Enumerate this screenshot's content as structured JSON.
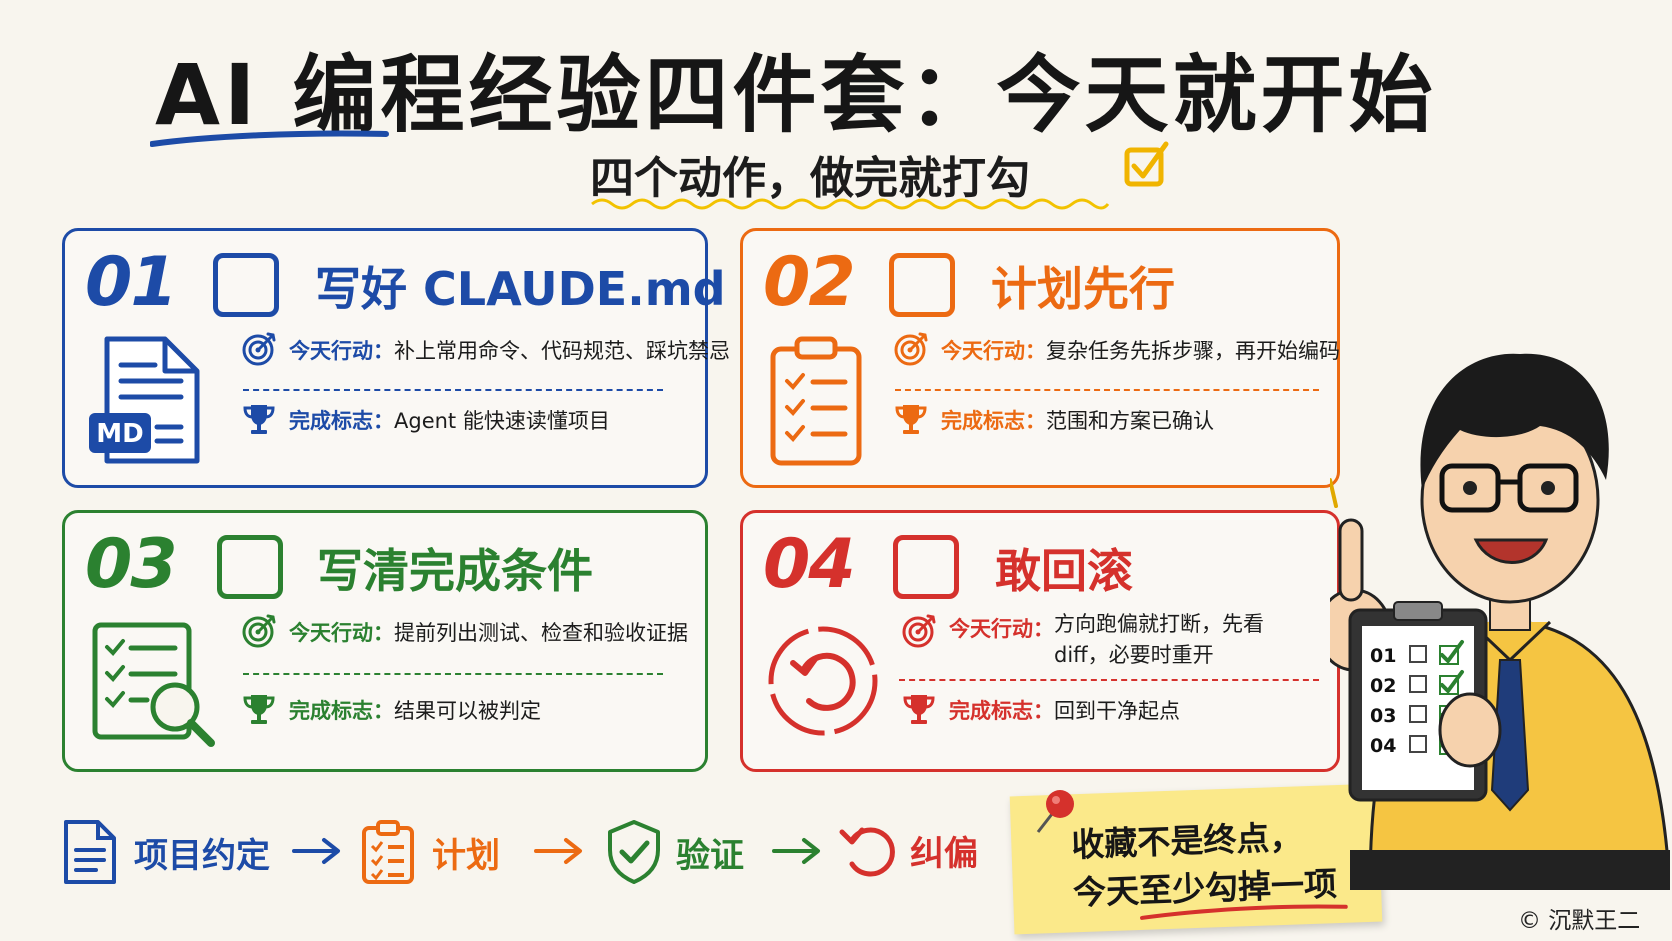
{
  "title": "AI 编程经验四件套：今天就开始",
  "subtitle": "四个动作，做完就打勾",
  "labels": {
    "action": "今天行动：",
    "done": "完成标志："
  },
  "cards": [
    {
      "num": "01",
      "title": "写好 CLAUDE.md",
      "icon_badge": "MD",
      "action": "补上常用命令、代码规范、踩坑禁忌",
      "done": "Agent 能快速读懂项目",
      "color": "#1d4ba7",
      "icon": "md-file-icon"
    },
    {
      "num": "02",
      "title": "计划先行",
      "action": "复杂任务先拆步骤，再开始编码",
      "done": "范围和方案已确认",
      "color": "#ec6a12",
      "icon": "clipboard-checklist-icon"
    },
    {
      "num": "03",
      "title": "写清完成条件",
      "action": "提前列出测试、检查和验收证据",
      "done": "结果可以被判定",
      "color": "#2b8130",
      "icon": "checklist-magnifier-icon"
    },
    {
      "num": "04",
      "title": "敢回滚",
      "action": "方向跑偏就打断，先看 diff，必要时重开",
      "done": "回到干净起点",
      "color": "#d5312c",
      "icon": "undo-circle-icon"
    }
  ],
  "flow": [
    {
      "label": "项目约定",
      "icon": "document-icon",
      "color": "#1d4ba7"
    },
    {
      "label": "计划",
      "icon": "clipboard-icon",
      "color": "#ec6a12"
    },
    {
      "label": "验证",
      "icon": "shield-check-icon",
      "color": "#2b8130"
    },
    {
      "label": "纠偏",
      "icon": "undo-icon",
      "color": "#d5312c"
    }
  ],
  "note": {
    "line1": "收藏不是终点，",
    "line2": "今天至少勾掉一项"
  },
  "clipboard_items": [
    "01",
    "02",
    "03",
    "04"
  ],
  "copyright": "© 沉默王二"
}
